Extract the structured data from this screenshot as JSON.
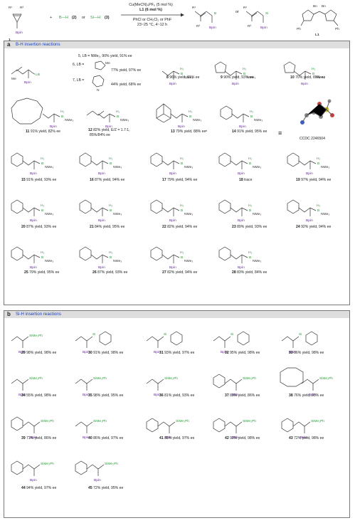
{
  "header": {
    "reactant1_label": "1",
    "reactant1_subs": [
      "R¹",
      "R²",
      "Bpin"
    ],
    "plus": "+",
    "bh": "B—H",
    "bh_num": "(2)",
    "or1": "or",
    "sih": "Si—H",
    "sih_num": "(3)",
    "conditions": [
      "Cu(MeCN)₄PF₆ (5 mol %)",
      "L1 (6 mol %)",
      "PhCl or CH₂Cl₂ or PhF",
      "23~25 °C, 4~12 h"
    ],
    "product_a": "B",
    "product_b": "Si",
    "or2": "or",
    "ligand_label": "L1",
    "ligand_subs": [
      "Bn",
      "Bn",
      "Ph",
      "Ph"
    ]
  },
  "panel_a": {
    "tag": "a",
    "title": "B-H insertion reactions",
    "lb_lines": [
      "5, LB = NMe₃, 90% yield, 91% ee",
      "6, LB =",
      "77% yield, 97% ee",
      "7, LB =",
      "44% yield, 68% ee"
    ],
    "ccdc": "CCDC 2246504",
    "equiv": "≡",
    "compounds": [
      {
        "num": "8",
        "text": "96% yield, 91% ee"
      },
      {
        "num": "9",
        "text": "90% yield, 93% ee"
      },
      {
        "num": "10",
        "text": "70% yield, 80% ee"
      },
      {
        "num": "11",
        "text": "91% yield, 82% ee"
      },
      {
        "num": "12",
        "text": "82% yield, E/Z = 1.7:1,"
      },
      {
        "num": "",
        "text": "85%/84% ee"
      },
      {
        "num": "13",
        "text": "79% yield, 88% eeᵉ"
      },
      {
        "num": "14",
        "text": "91% yield, 95% ee"
      },
      {
        "num": "15",
        "text": "91% yield, 93% ee"
      },
      {
        "num": "16",
        "text": "87% yield, 94% ee"
      },
      {
        "num": "17",
        "text": "79% yield, 94% ee"
      },
      {
        "num": "18",
        "text": "trace"
      },
      {
        "num": "19",
        "text": "97% yield, 94% ee"
      },
      {
        "num": "20",
        "text": "87% yield, 93% ee"
      },
      {
        "num": "21",
        "text": "84% yield, 95% ee"
      },
      {
        "num": "22",
        "text": "82% yield, 94% ee"
      },
      {
        "num": "23",
        "text": "89% yield, 93% ee"
      },
      {
        "num": "24",
        "text": "92% yield, 94% ee"
      },
      {
        "num": "25",
        "text": "79% yield, 95% ee"
      },
      {
        "num": "26",
        "text": "87% yield, 93% ee"
      },
      {
        "num": "27",
        "text": "82% yield, 94% ee"
      },
      {
        "num": "28",
        "text": "83% yield, 84% ee"
      }
    ]
  },
  "panel_b": {
    "tag": "b",
    "title": "Si-H insertion reactions",
    "compounds": [
      {
        "num": "29",
        "text": "98% yield, 98% ee"
      },
      {
        "num": "30",
        "text": "91% yield, 98% ee"
      },
      {
        "num": "31",
        "text": "93% yield, 97% ee"
      },
      {
        "num": "32",
        "text": "95% yield, 98% ee"
      },
      {
        "num": "33",
        "text": "86% yield, 98% ee"
      },
      {
        "num": "34",
        "text": "55% yield, 98% ee"
      },
      {
        "num": "35",
        "text": "98% yield, 95% ee"
      },
      {
        "num": "36",
        "text": "81% yield, 93% ee"
      },
      {
        "num": "37",
        "text": "83% yield, 86% ee"
      },
      {
        "num": "38",
        "text": "76% yield, 93% ee"
      },
      {
        "num": "39",
        "text": "71% yield, 86% ee"
      },
      {
        "num": "40",
        "text": "86% yield, 97% ee"
      },
      {
        "num": "41",
        "text": "88% yield, 97% ee"
      },
      {
        "num": "42",
        "text": "92% yield, 98% ee"
      },
      {
        "num": "43",
        "text": "72% yield, 98% ee"
      },
      {
        "num": "44",
        "text": "94% yield, 97% ee"
      },
      {
        "num": "45",
        "text": "72% yield, 95% ee"
      }
    ]
  },
  "labels": {
    "bpin": "Bpin",
    "nme3": "NMe₃",
    "h2": "H₂",
    "b": "B",
    "sime2ph": "SiMe₂Ph",
    "siet3": "SiEt₃",
    "me": "Me",
    "et": "Et",
    "ipr": "ⁱPr",
    "si": "Si",
    "ome": "OMe",
    "f": "F",
    "cl": "Cl",
    "cf3": "CF₃",
    "ph": "Ph",
    "lb": "LB",
    "n": "N"
  },
  "colors": {
    "green": "#2e9b3c",
    "purple": "#6a2f9c",
    "title_blue": "#1a3fbf",
    "bar_grey": "#dedede"
  }
}
